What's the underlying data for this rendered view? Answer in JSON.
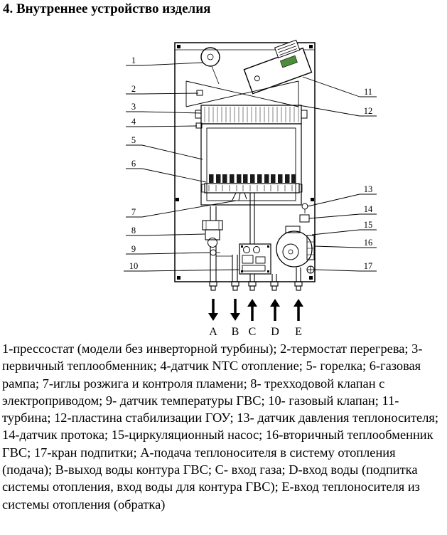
{
  "page": {
    "title": "4. Внутреннее устройство изделия"
  },
  "diagram": {
    "left_callouts": [
      "1",
      "2",
      "3",
      "4",
      "5",
      "6",
      "7",
      "8",
      "9",
      "10"
    ],
    "right_callouts": [
      "11",
      "12",
      "13",
      "14",
      "15",
      "16",
      "17"
    ],
    "connection_labels": [
      "A",
      "B",
      "C",
      "D",
      "E"
    ],
    "colors": {
      "turbine_label": "#4c8c3a",
      "line": "#000000"
    }
  },
  "legend": {
    "text": "1-прессостат (модели без инверторной турбины); 2-термостат перегрева; 3-первичный теплообменник; 4-датчик NTC отопление; 5- горелка; 6-газовая рампа; 7-иглы розжига и контроля пламени; 8- трехходовой клапан с электроприводом; 9- датчик температуры ГВС; 10- газовый клапан; 11-турбина; 12-пластина стабилизации ГОУ; 13- датчик давления теплоносителя; 14-датчик протока; 15-циркуляционный насос; 16-вторичный теплообменник ГВС; 17-кран подпитки; А-подача теплоносителя в систему отопления (подача); В-выход воды контура ГВС; С- вход газа; D-вход воды (подпитка системы отопления, вход воды для контура ГВС); Е-вход теплоносителя из системы отопления (обратка)"
  }
}
